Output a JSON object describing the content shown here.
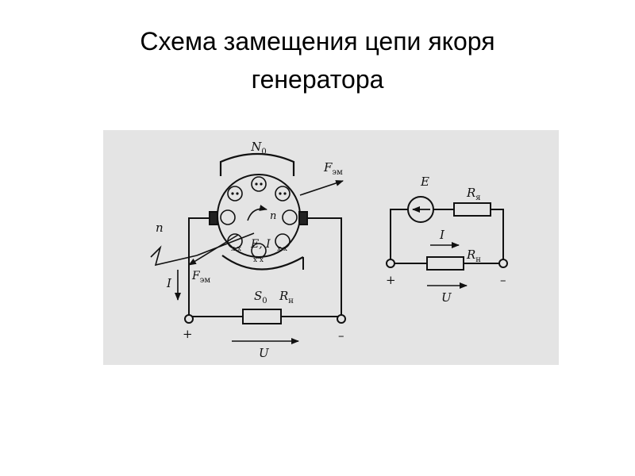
{
  "slide": {
    "title_line1": "Схема замещения цепи якоря",
    "title_line2": "генератора"
  },
  "diagram": {
    "generator": {
      "N0": "N",
      "N0_sub": "0",
      "S0": "S",
      "S0_sub": "0",
      "F_em": "F",
      "F_em_sub": "эм",
      "F_em_lower": "F",
      "F_em_lower_sub": "эм",
      "n_outside": "n",
      "n_inside": "n",
      "E_I": "E, I",
      "I": "I",
      "R_n": "R",
      "R_n_sub": "н",
      "U": "U",
      "plus": "+",
      "minus": "–",
      "cross_mark": "x x"
    },
    "equivalent": {
      "E": "E",
      "R_ya": "R",
      "R_ya_sub": "я",
      "I": "I",
      "R_n": "R",
      "R_n_sub": "н",
      "U": "U",
      "plus": "+",
      "minus": "–"
    }
  }
}
